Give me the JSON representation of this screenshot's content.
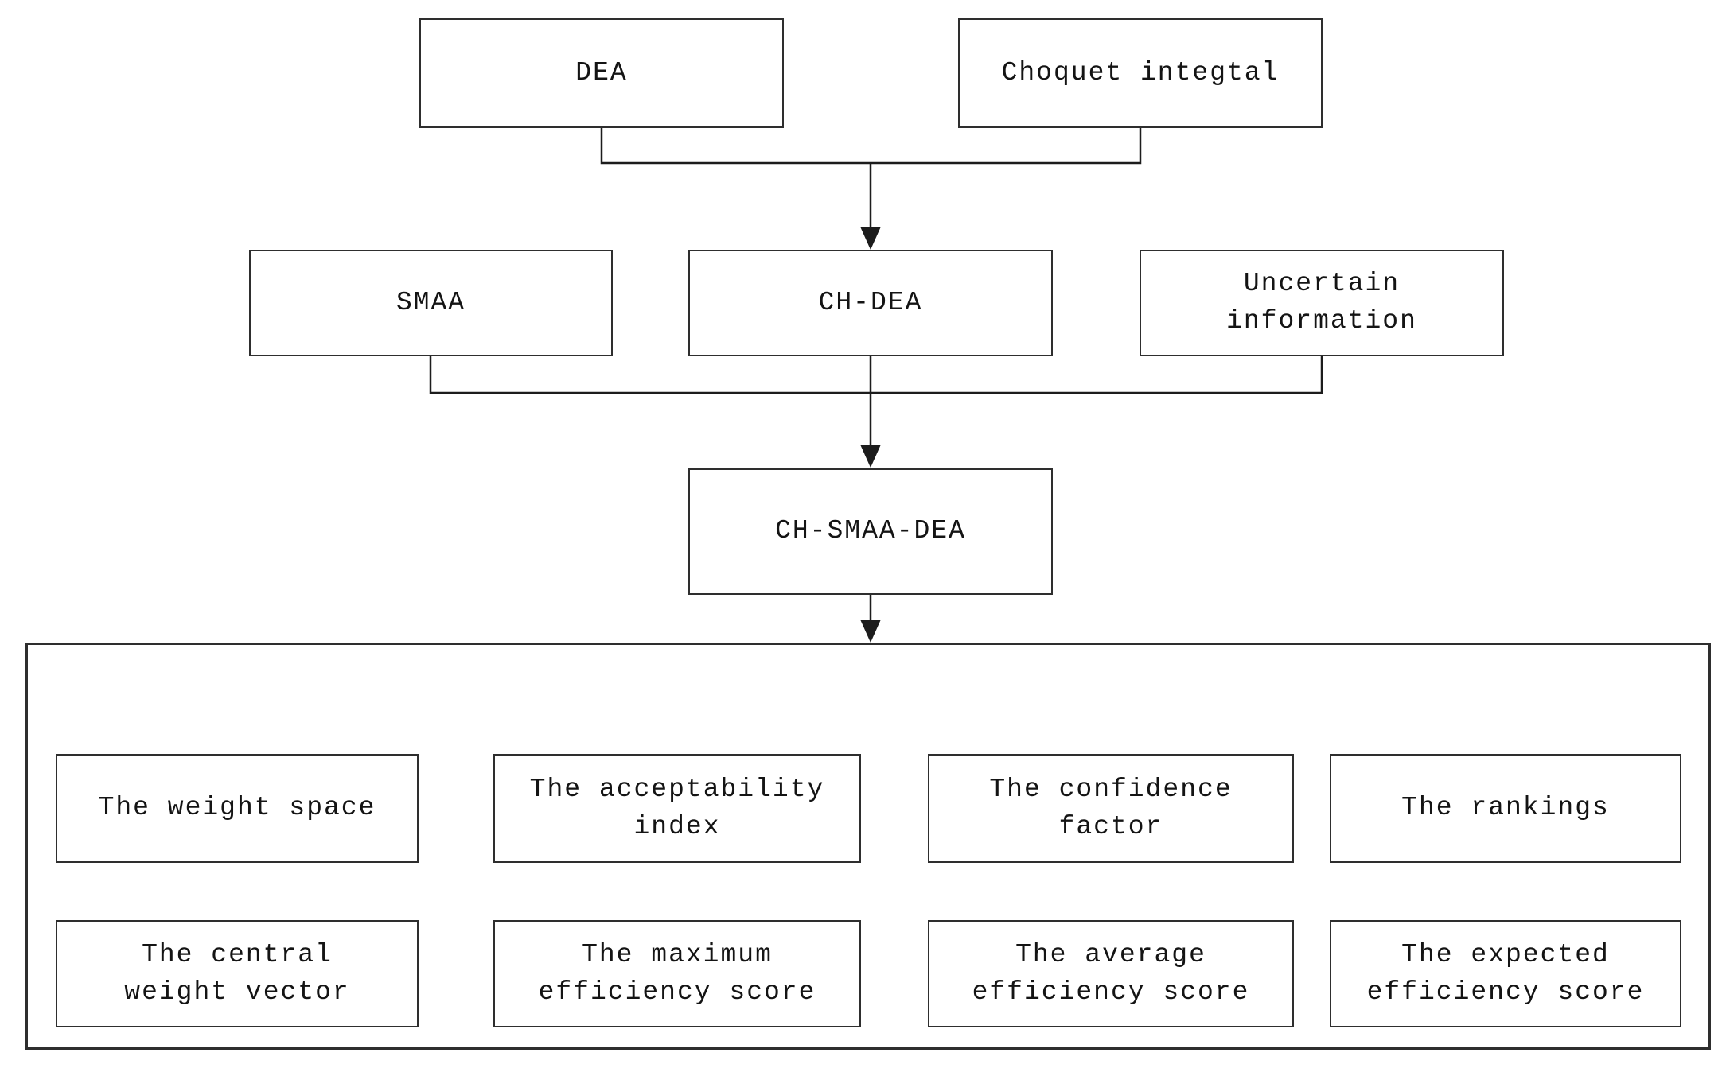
{
  "diagram": {
    "type": "flowchart",
    "colors": {
      "background": "#ffffff",
      "box_border": "#2e2e2e",
      "connector_line": "#1c1c1c",
      "text": "#141414"
    },
    "nodes": {
      "dea": {
        "label": "DEA"
      },
      "choquet_integral": {
        "label": "Choquet integtal"
      },
      "smaa": {
        "label": "SMAA"
      },
      "ch_dea": {
        "label": "CH-DEA"
      },
      "uncertain_information": {
        "label": "Uncertain\ninformation"
      },
      "ch_smaa_dea": {
        "label": "CH-SMAA-DEA"
      }
    },
    "outputs": [
      {
        "label": "The weight space"
      },
      {
        "label": "The acceptability\nindex"
      },
      {
        "label": "The confidence\nfactor"
      },
      {
        "label": "The rankings"
      },
      {
        "label": "The central\nweight vector"
      },
      {
        "label": "The maximum\nefficiency score"
      },
      {
        "label": "The average\nefficiency score"
      },
      {
        "label": "The expected\nefficiency score"
      }
    ],
    "edges": [
      "DEA + Choquet integtal -> CH-DEA",
      "SMAA + CH-DEA + Uncertain information -> CH-SMAA-DEA",
      "CH-SMAA-DEA -> outputs container"
    ]
  }
}
